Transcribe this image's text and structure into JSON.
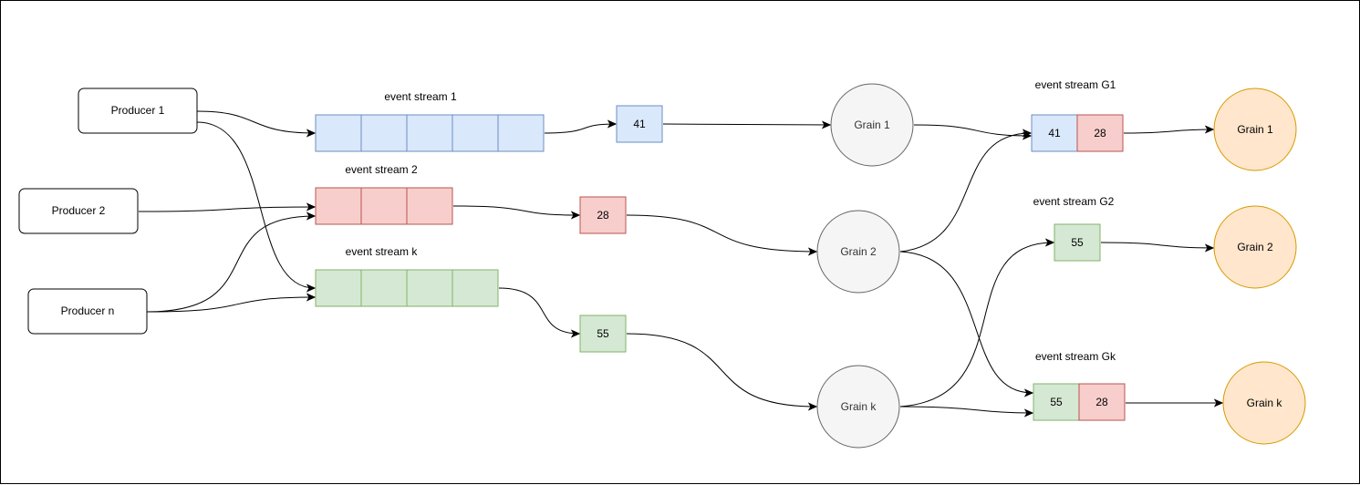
{
  "colors": {
    "blue_fill": "#dae8fc",
    "blue_stroke": "#6c8ebf",
    "red_fill": "#f8cecc",
    "red_stroke": "#b85450",
    "green_fill": "#d5e8d4",
    "green_stroke": "#82b366",
    "grey_fill": "#f5f5f5",
    "grey_stroke": "#666666",
    "orange_fill": "#ffe6cc",
    "orange_stroke": "#d79b00"
  },
  "producers": [
    "Producer 1",
    "Producer 2",
    "Producer n"
  ],
  "streams": {
    "s1": "event stream 1",
    "s2": "event stream 2",
    "sk": "event stream k",
    "g1": "event stream G1",
    "g2": "event stream G2",
    "gk": "event stream Gk"
  },
  "events": {
    "e41": "41",
    "e28": "28",
    "e55": "55",
    "g1_a": "41",
    "g1_b": "28",
    "g2_a": "55",
    "gk_a": "55",
    "gk_b": "28"
  },
  "grains_mid": [
    "Grain 1",
    "Grain 2",
    "Grain k"
  ],
  "grains_out": [
    "Grain 1",
    "Grain 2",
    "Grain k"
  ]
}
